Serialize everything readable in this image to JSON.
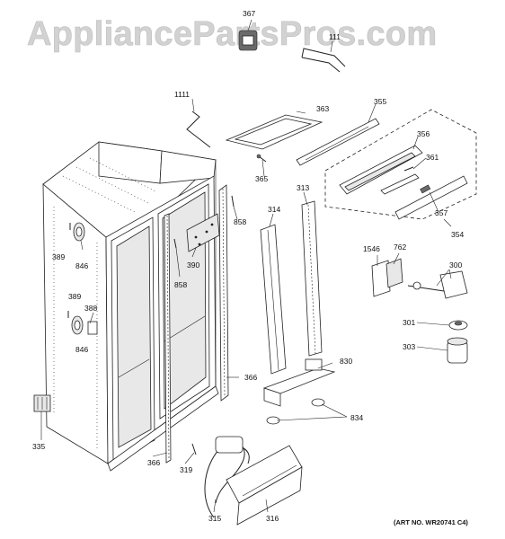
{
  "watermark": "AppliancePartsPros.com",
  "art_number": "(ART NO. WR20741 C4)",
  "part_labels": {
    "p367": "367",
    "p111": "111",
    "p1111": "1111",
    "p363": "363",
    "p355": "355",
    "p356": "356",
    "p361": "361",
    "p365": "365",
    "p313": "313",
    "p314": "314",
    "p858a": "858",
    "p357": "357",
    "p354": "354",
    "p389a": "389",
    "p846a": "846",
    "p390": "390",
    "p858b": "858",
    "p1546": "1546",
    "p762": "762",
    "p300": "300",
    "p389b": "389",
    "p388": "388",
    "p846b": "846",
    "p301": "301",
    "p303": "303",
    "p830": "830",
    "p366a": "366",
    "p834": "834",
    "p335": "335",
    "p366b": "366",
    "p319": "319",
    "p315": "315",
    "p316": "316"
  }
}
